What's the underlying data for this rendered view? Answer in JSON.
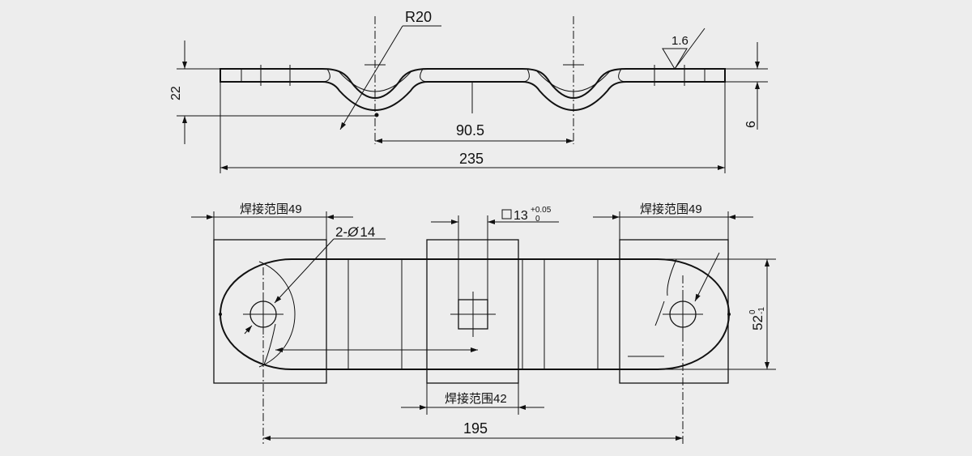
{
  "drawing": {
    "title": "",
    "background": "#ededed",
    "line_color": "#111111"
  },
  "side_view": {
    "radius_label": "R20",
    "roughness_label": "1.6",
    "height_label": "22",
    "thickness_label": "6",
    "pitch_label": "90.5",
    "length_label": "235"
  },
  "top_view": {
    "weld_left_label": "焊接范围49",
    "weld_right_label": "焊接范围49",
    "weld_center_label": "焊接范围42",
    "hole_label": "2-",
    "hole_diameter_symbol": "Ø",
    "hole_size": "14",
    "square_size": "13",
    "square_tol_upper": "+0.05",
    "square_tol_lower": "0",
    "width_label": "52",
    "width_tol_upper": "0",
    "width_tol_lower": "-1",
    "hole_pitch_label": "195"
  }
}
